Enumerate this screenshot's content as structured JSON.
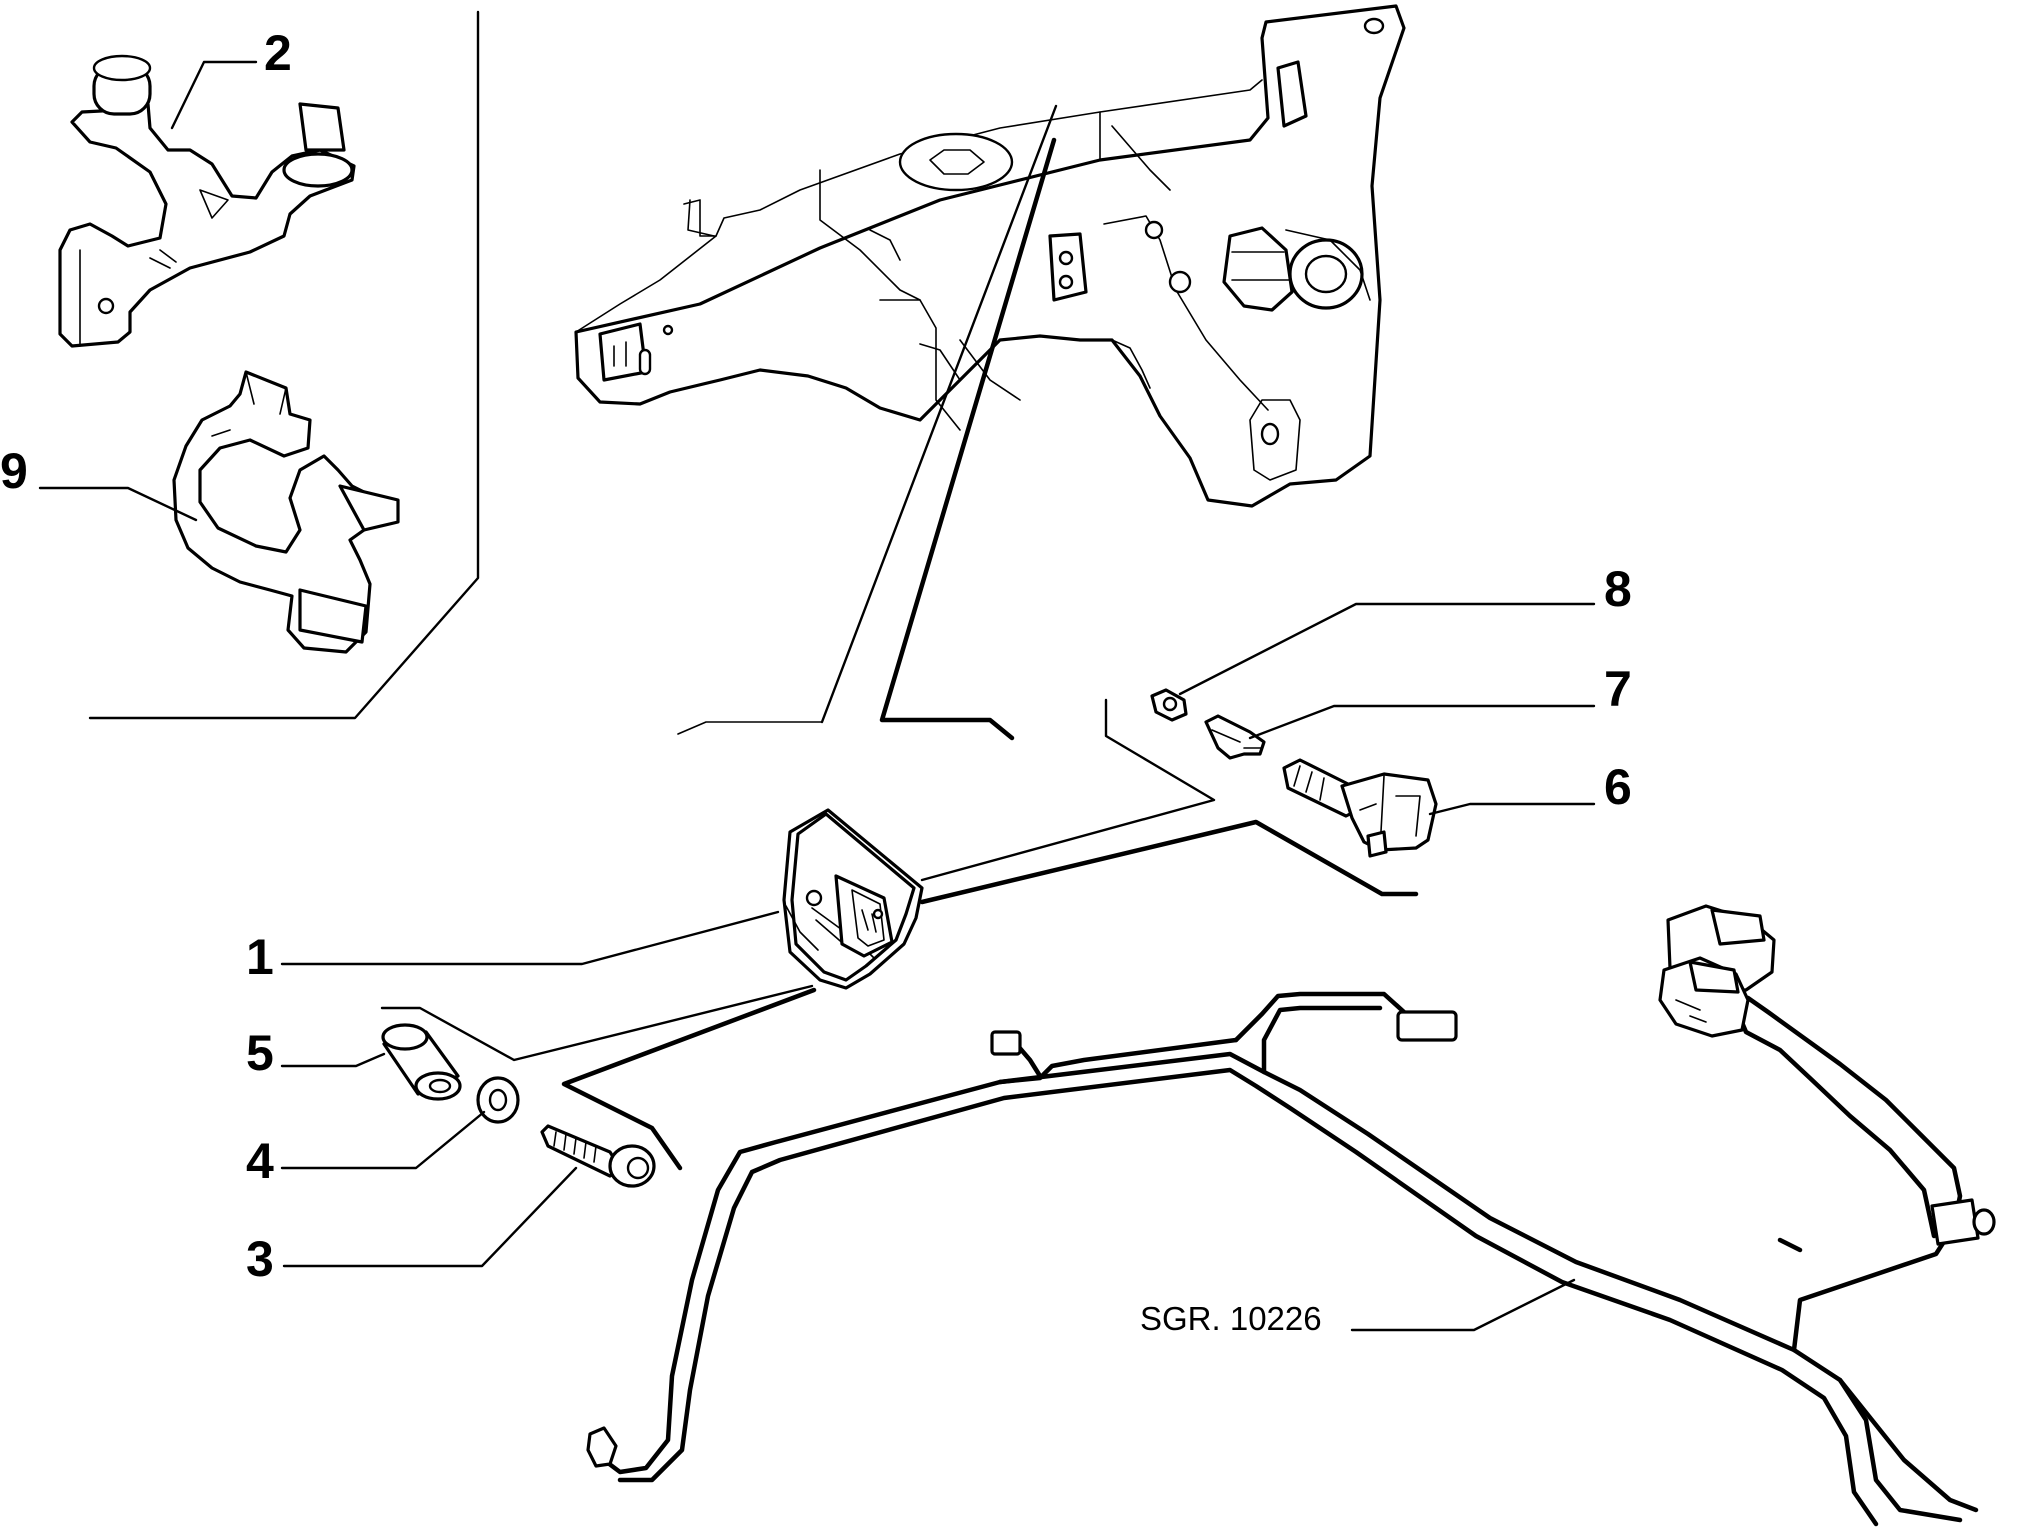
{
  "diagram": {
    "reference_code": "SGR. 10226",
    "callouts": [
      {
        "id": "1",
        "label": "1"
      },
      {
        "id": "2",
        "label": "2"
      },
      {
        "id": "3",
        "label": "3"
      },
      {
        "id": "4",
        "label": "4"
      },
      {
        "id": "5",
        "label": "5"
      },
      {
        "id": "6",
        "label": "6"
      },
      {
        "id": "7",
        "label": "7"
      },
      {
        "id": "8",
        "label": "8"
      },
      {
        "id": "9",
        "label": "9"
      }
    ]
  }
}
